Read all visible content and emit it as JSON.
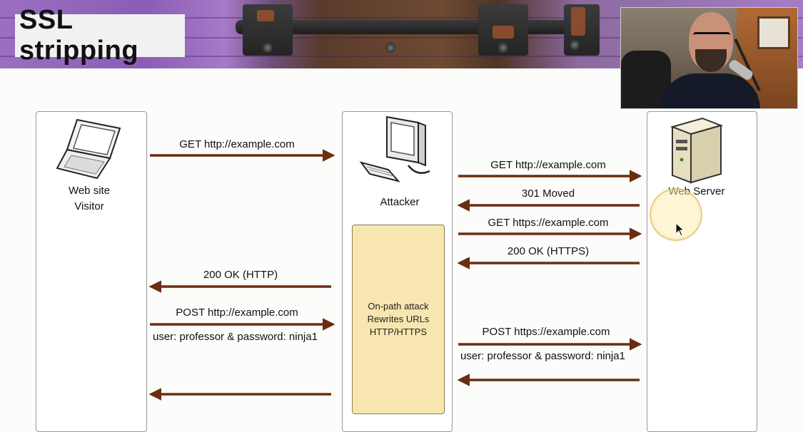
{
  "slide": {
    "title": "SSL stripping"
  },
  "actors": {
    "visitor": "Web site\nVisitor",
    "attacker": "Attacker",
    "server": "Web Server"
  },
  "attack_box": {
    "text": "On-path attack\nRewrites URLs\nHTTP/HTTPS"
  },
  "messages": {
    "m1": "GET http://example.com",
    "m2": "GET http://example.com",
    "m3": "301 Moved",
    "m4": "GET https://example.com",
    "m5": "200 OK (HTTPS)",
    "m6": "200 OK (HTTP)",
    "m7": "POST http://example.com",
    "m7_sub": "user: professor & password: ninja1",
    "m8": "POST https://example.com",
    "m8_sub": "user: professor & password: ninja1"
  },
  "colors": {
    "arrow": "#6b2d12",
    "attack_box": "#f8e6b0"
  },
  "icons": {
    "visitor": "laptop-icon",
    "attacker": "desktop-computer-icon",
    "server": "server-tower-icon"
  }
}
